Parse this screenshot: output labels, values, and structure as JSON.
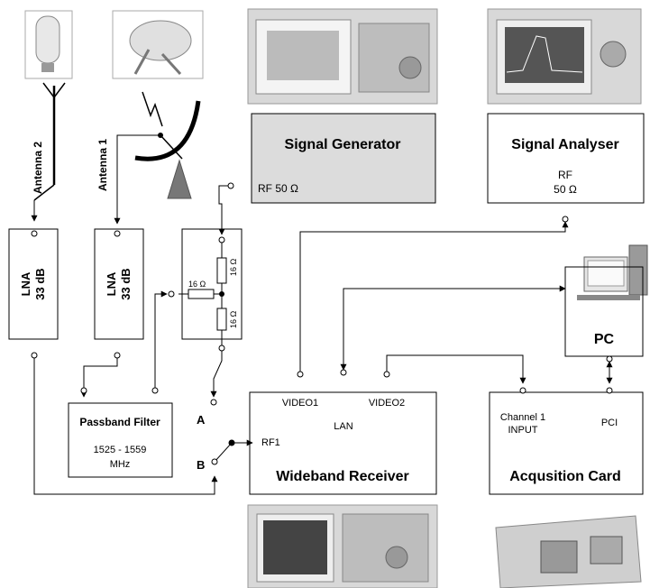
{
  "blocks": {
    "signal_generator": {
      "title": "Signal Generator",
      "port": "RF 50 Ω"
    },
    "signal_analyser": {
      "title": "Signal Analyser",
      "port_line1": "RF",
      "port_line2": "50 Ω"
    },
    "lna1": {
      "line1": "LNA",
      "line2": "33 dB"
    },
    "lna2": {
      "line1": "LNA",
      "line2": "33 dB"
    },
    "passband_filter": {
      "title": "Passband Filter",
      "line2": "1525 - 1559",
      "line3": "MHz"
    },
    "splitter": {
      "r_input": "16 Ω",
      "r_top": "16 Ω",
      "r_bottom": "16 Ω"
    },
    "wideband_receiver": {
      "title": "Wideband Receiver",
      "video1": "VIDEO1",
      "video2": "VIDEO2",
      "lan": "LAN",
      "rf1": "RF1"
    },
    "acquisition_card": {
      "title": "Acqusition Card",
      "channel_line1": "Channel 1",
      "channel_line2": "INPUT",
      "pci": "PCI"
    },
    "pc": {
      "title": "PC"
    }
  },
  "antennas": {
    "antenna1": "Antenna 1",
    "antenna2": "Antenna 2"
  },
  "switch": {
    "a": "A",
    "b": "B"
  },
  "colors": {
    "generator_fill": "#dcdcdc",
    "line": "#000000",
    "photo_gray": "#c8c8c8"
  }
}
